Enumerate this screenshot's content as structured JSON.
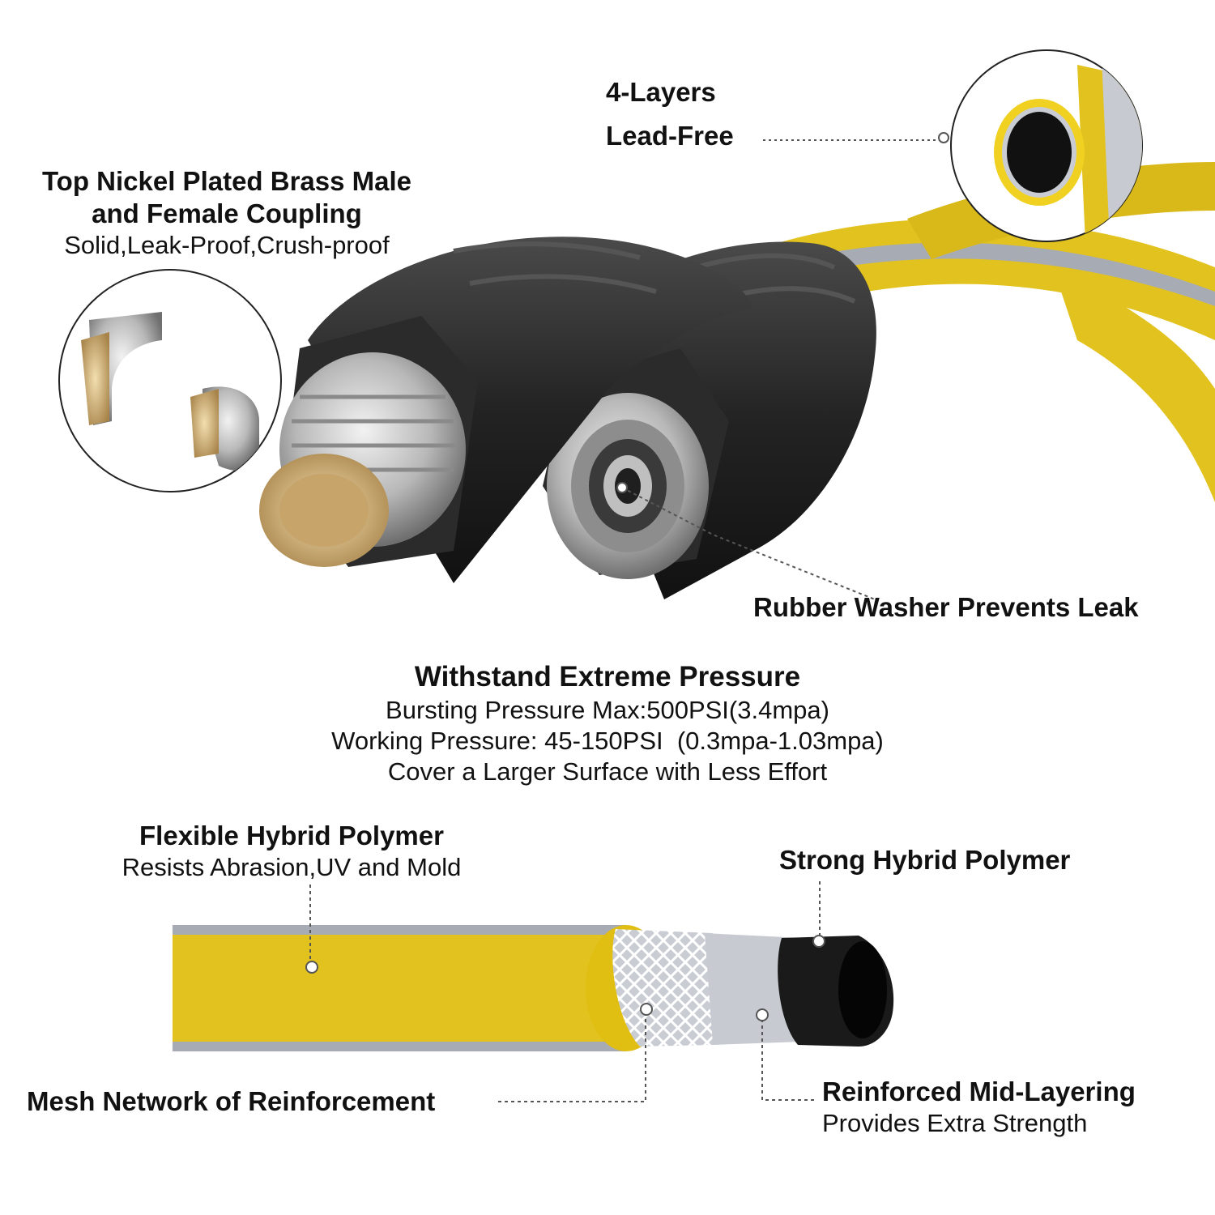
{
  "colors": {
    "background": "#ffffff",
    "hose_yellow": "#e2c21e",
    "hose_gray": "#a7abb3",
    "coupling_black": "#2a2a2a",
    "nickel": "#c9c9c9"
  },
  "callouts": {
    "layers": {
      "line1": "4-Layers",
      "line2": "Lead-Free"
    },
    "coupling": {
      "title_line1": "Top Nickel Plated Brass Male",
      "title_line2": "and Female Coupling",
      "subtitle": "Solid,Leak-Proof,Crush-proof"
    },
    "washer": {
      "title": "Rubber Washer Prevents Leak"
    },
    "pressure": {
      "title": "Withstand Extreme Pressure",
      "line1": "Bursting Pressure Max:500PSI(3.4mpa)",
      "line2": "Working Pressure: 45-150PSI  (0.3mpa-1.03mpa)",
      "line3": "Cover a Larger Surface with Less Effort"
    },
    "flexible": {
      "title": "Flexible Hybrid Polymer",
      "subtitle": "Resists Abrasion,UV and Mold"
    },
    "strong": {
      "title": "Strong Hybrid Polymer"
    },
    "mesh": {
      "title": "Mesh Network of Reinforcement"
    },
    "mid_layer": {
      "title": "Reinforced Mid-Layering",
      "subtitle": "Provides Extra Strength"
    }
  }
}
